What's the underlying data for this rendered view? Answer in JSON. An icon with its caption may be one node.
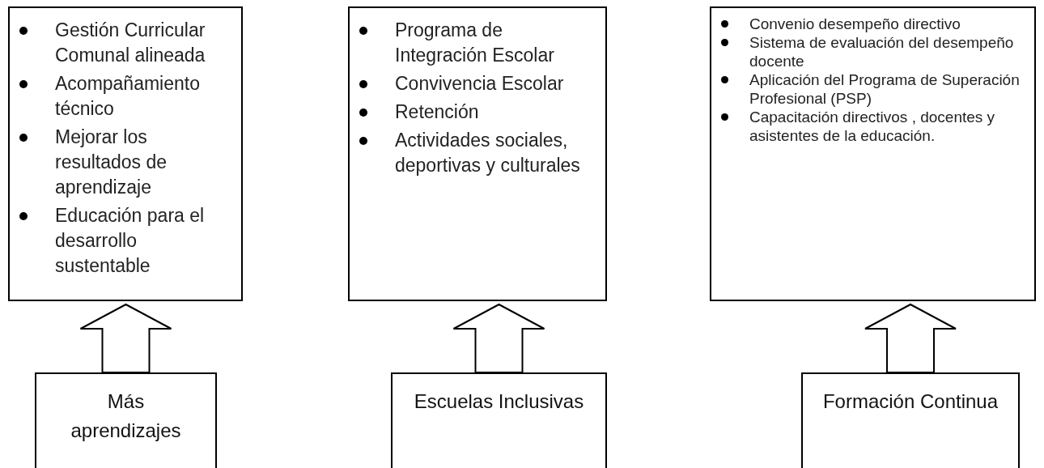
{
  "diagram": {
    "nodes": [
      {
        "text": [
          "Gestión Curricular Comunal alineada",
          "Acompañamiento técnico",
          "Mejorar los resultados de aprendizaje",
          "Educación para el desarrollo sustentable"
        ]
      },
      {
        "text": [
          "Programa de Integración Escolar",
          "Convivencia Escolar",
          "Retención",
          "Actividades  sociales, deportivas y culturales"
        ]
      },
      {
        "text": [
          "Convenio desempeño directivo",
          "Sistema de evaluación del desempeño docente",
          "Aplicación del Programa de Superación Profesional (PSP)",
          "Capacitación directivos , docentes y asistentes de la educación."
        ]
      },
      {
        "text": [
          "Más aprendizajes"
        ]
      },
      {
        "text": [
          "Escuelas Inclusivas"
        ]
      },
      {
        "text": [
          "Formación Continua"
        ]
      }
    ],
    "edges": [
      {
        "from": 3,
        "to": 0,
        "arrow": "to"
      },
      {
        "from": 4,
        "to": 1,
        "arrow": "to"
      },
      {
        "from": 5,
        "to": 2,
        "arrow": "to"
      }
    ]
  }
}
